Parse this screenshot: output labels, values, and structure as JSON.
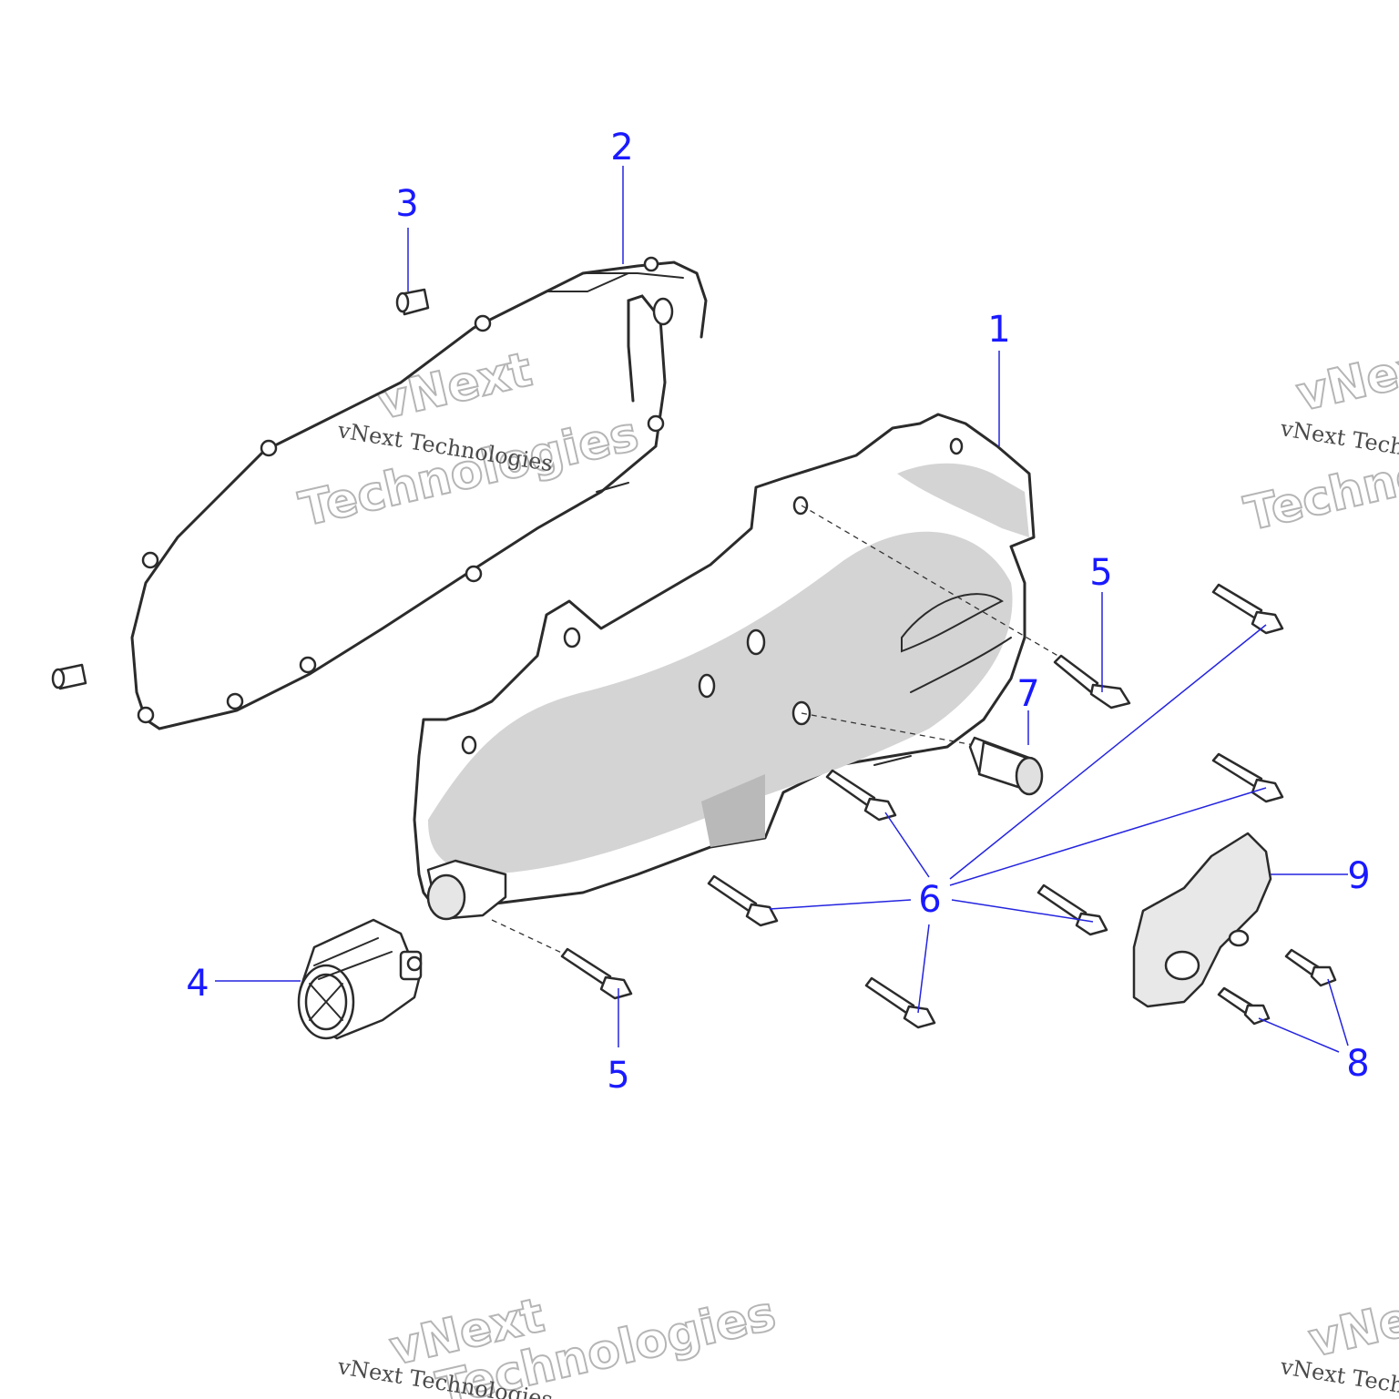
{
  "callouts": [
    {
      "id": "1",
      "label": "1"
    },
    {
      "id": "2",
      "label": "2"
    },
    {
      "id": "3",
      "label": "3"
    },
    {
      "id": "4",
      "label": "4"
    },
    {
      "id": "5a",
      "label": "5"
    },
    {
      "id": "5b",
      "label": "5"
    },
    {
      "id": "6",
      "label": "6"
    },
    {
      "id": "7",
      "label": "7"
    },
    {
      "id": "8",
      "label": "8"
    },
    {
      "id": "9",
      "label": "9"
    }
  ],
  "watermark": {
    "small_text": "vNext Technologies",
    "big_line1": "vNext",
    "big_line2": "Technologies"
  },
  "colors": {
    "callout": "#1a1aff",
    "leader": "#2424e0",
    "outline": "#2b2b2b",
    "shade": "#d4d4d4"
  }
}
